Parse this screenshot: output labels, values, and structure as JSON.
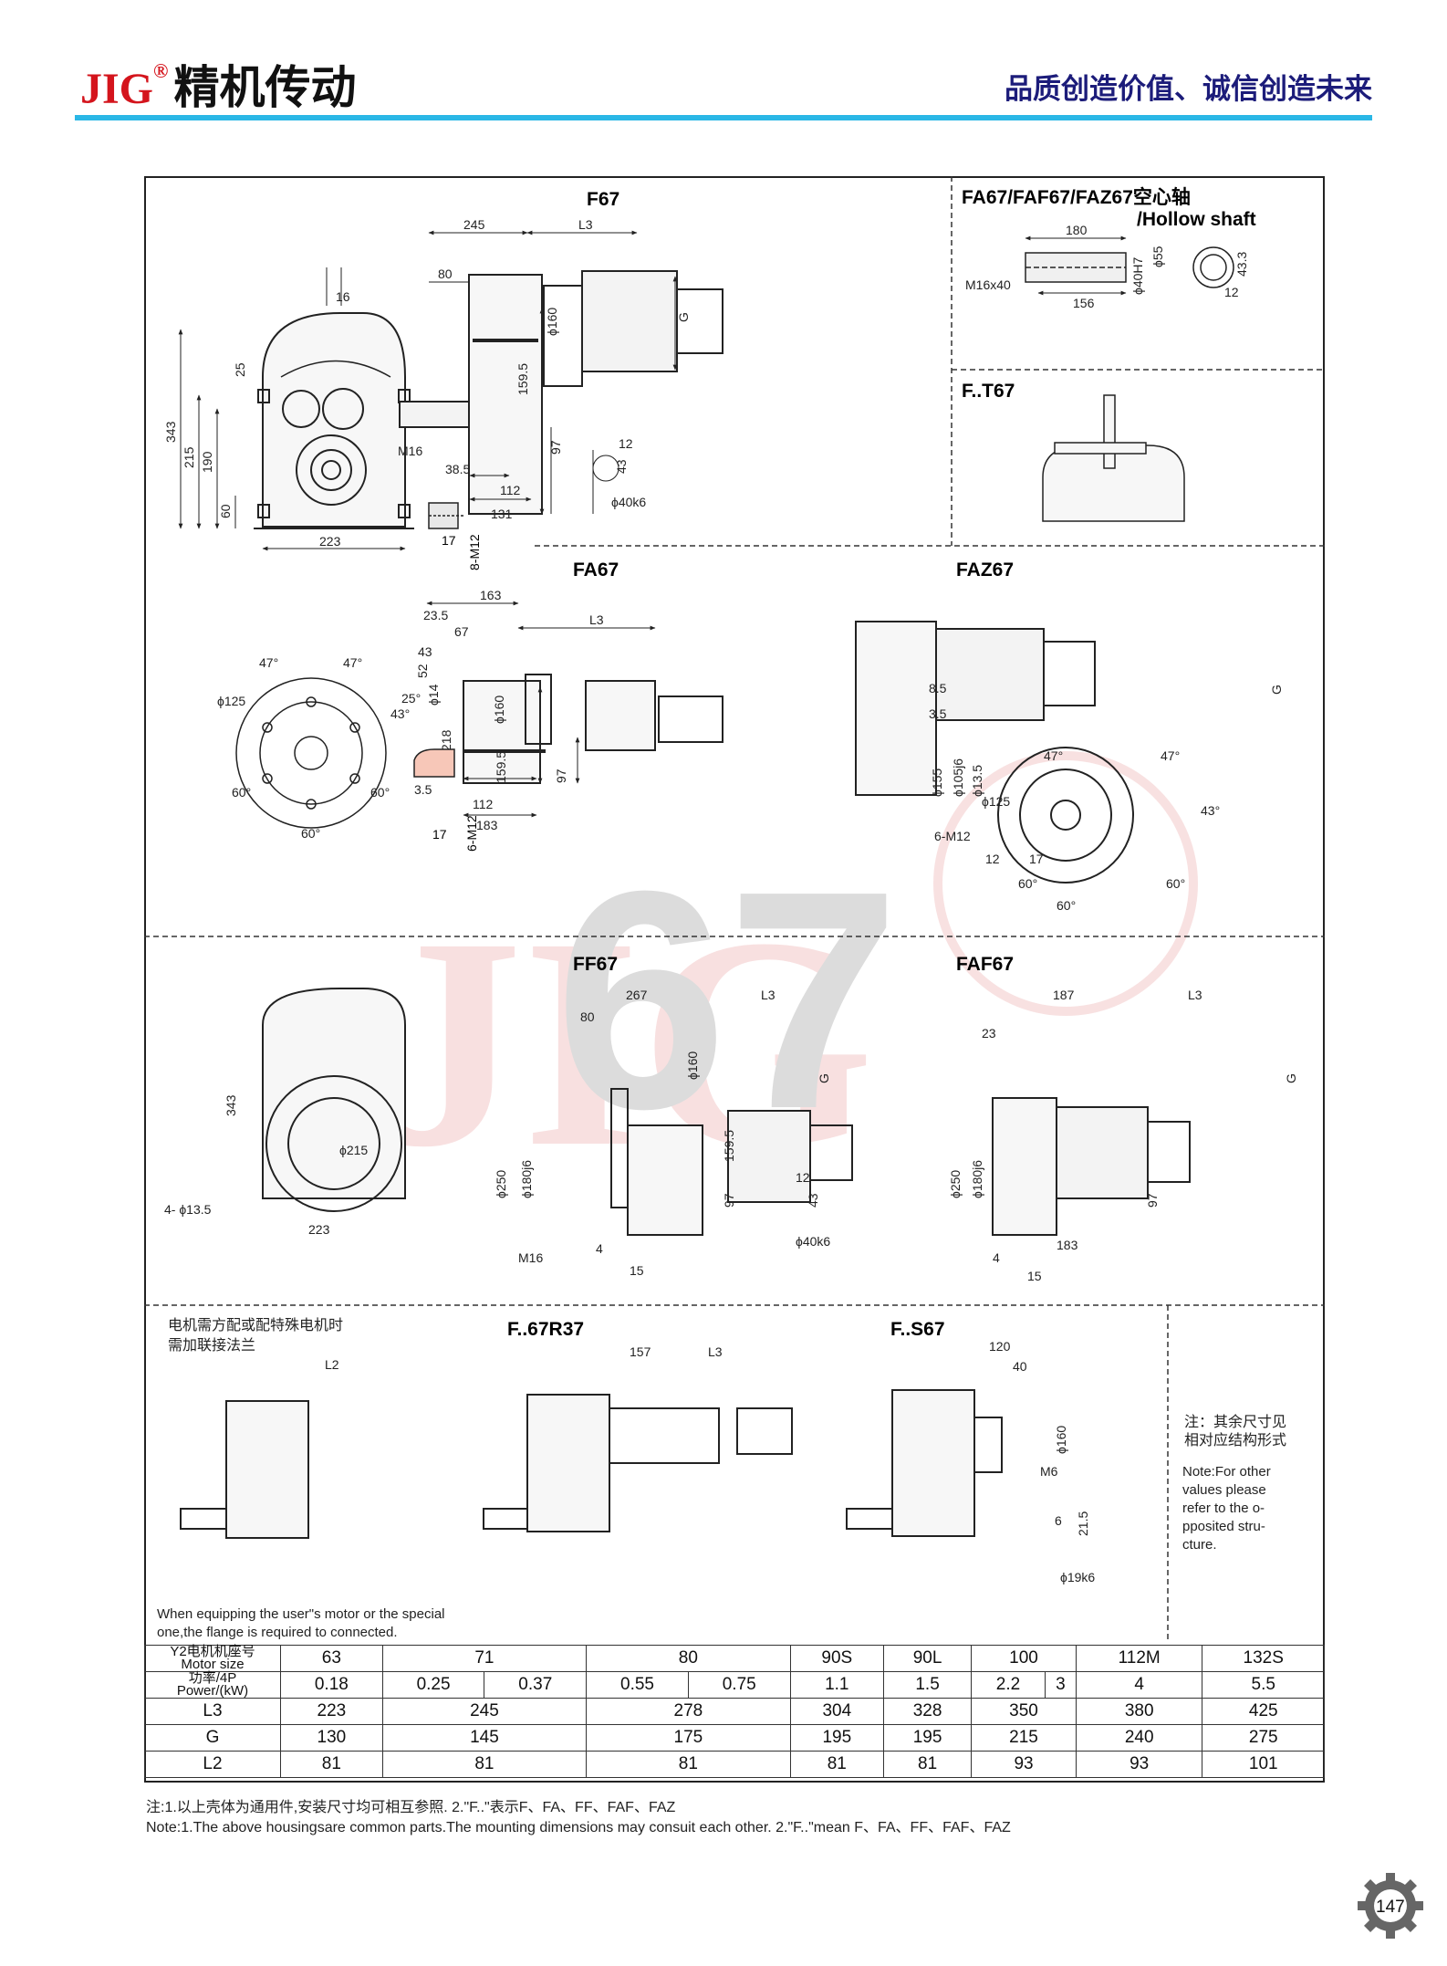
{
  "header": {
    "brand_en": "JIG",
    "brand_reg": "®",
    "brand_cn": "精机传动",
    "slogan": "品质创造价值、诚信创造未来"
  },
  "colors": {
    "brand_red": "#d4141c",
    "rule_blue": "#2ab7e6",
    "slogan_navy": "#1c1c7a",
    "watermark": "#f3c8c8"
  },
  "watermark": {
    "text": "JIG",
    "model": "67"
  },
  "sections": {
    "f67": "F67",
    "hollow": "FA67/FAF67/FAZ67空心轴",
    "hollow_en": "/Hollow shaft",
    "ft67": "F..T67",
    "fa67": "FA67",
    "faz67": "FAZ67",
    "ff67": "FF67",
    "faf67": "FAF67",
    "f67r37": "F..67R37",
    "fs67": "F..S67"
  },
  "dims": {
    "main_front": [
      "16",
      "25",
      "343",
      "215",
      "190",
      "60",
      "223"
    ],
    "keyway": [
      "17",
      "8-M12"
    ],
    "f67": [
      "245",
      "L3",
      "80",
      "ϕ160",
      "159.5",
      "G",
      "M16",
      "97",
      "38.5",
      "112",
      "131",
      "12",
      "43",
      "ϕ40k6"
    ],
    "hollow": [
      "180",
      "M16x40",
      "156",
      "ϕ40H7",
      "ϕ55",
      "43.3",
      "12"
    ],
    "fa_flange": [
      "47°",
      "47°",
      "ϕ125",
      "43°",
      "60°",
      "60°",
      "60°"
    ],
    "fa_key": [
      "17",
      "6-M12"
    ],
    "fa67": [
      "163",
      "23.5",
      "67",
      "L3",
      "43",
      "52",
      "ϕ14",
      "25°",
      "218",
      "ϕ160",
      "159.5",
      "97",
      "3.5",
      "112",
      "183"
    ],
    "faz67": [
      "G",
      "8.5",
      "3.5",
      "ϕ155",
      "ϕ105j6",
      "ϕ13.5",
      "6-M12",
      "12",
      "17",
      "47°",
      "47°",
      "ϕ125",
      "43°",
      "60°",
      "60°",
      "60°"
    ],
    "ff_front": [
      "343",
      "ϕ215",
      "4- ϕ13.5",
      "223"
    ],
    "ff67": [
      "267",
      "L3",
      "80",
      "ϕ160",
      "G",
      "159.5",
      "ϕ250",
      "ϕ180j6",
      "97",
      "M16",
      "4",
      "15",
      "12",
      "43",
      "ϕ40k6"
    ],
    "faf67": [
      "187",
      "L3",
      "23",
      "G",
      "ϕ250",
      "ϕ180j6",
      "97",
      "183",
      "4",
      "15"
    ],
    "f67r37": [
      "157",
      "L3"
    ],
    "fs67": [
      "120",
      "40",
      "ϕ160",
      "M6",
      "6",
      "21.5",
      "ϕ19k6"
    ],
    "l2": "L2"
  },
  "notes": {
    "motor_cn_1": "电机需方配或配特殊电机时",
    "motor_cn_2": "需加联接法兰",
    "motor_en_1": "When equipping the user\"s motor or the special",
    "motor_en_2": "one,the flange is required to connected.",
    "side_cn_1": "注：其余尺寸见",
    "side_cn_2": "相对应结构形式",
    "side_en_1": "Note:For other",
    "side_en_2": "values please",
    "side_en_3": "refer to the o-",
    "side_en_4": "pposited stru-",
    "side_en_5": "cture."
  },
  "table": {
    "row_labels": {
      "motor_cn": "Y2电机机座号",
      "motor_en": "Motor size",
      "power_cn": "功率/4P",
      "power_en": "Power/(kW)",
      "l3": "L3",
      "g": "G",
      "l2": "L2"
    },
    "motor_sizes": [
      "63",
      "71",
      "80",
      "90S",
      "90L",
      "100",
      "112M",
      "132S"
    ],
    "powers": [
      "0.18",
      "0.25",
      "0.37",
      "0.55",
      "0.75",
      "1.1",
      "1.5",
      "2.2",
      "3",
      "4",
      "5.5"
    ],
    "l3": [
      "223",
      "245",
      "278",
      "304",
      "328",
      "350",
      "380",
      "425"
    ],
    "g": [
      "130",
      "145",
      "175",
      "195",
      "195",
      "215",
      "240",
      "275"
    ],
    "l2": [
      "81",
      "81",
      "81",
      "81",
      "81",
      "93",
      "93",
      "101"
    ]
  },
  "footnote": {
    "cn": "注:1.以上壳体为通用件,安装尺寸均可相互参照.   2.\"F..\"表示F、FA、FF、FAF、FAZ",
    "en": "Note:1.The above housingsare common parts.The mounting dimensions may consuit each other.    2.\"F..\"mean F、FA、FF、FAF、FAZ"
  },
  "page_number": "147"
}
